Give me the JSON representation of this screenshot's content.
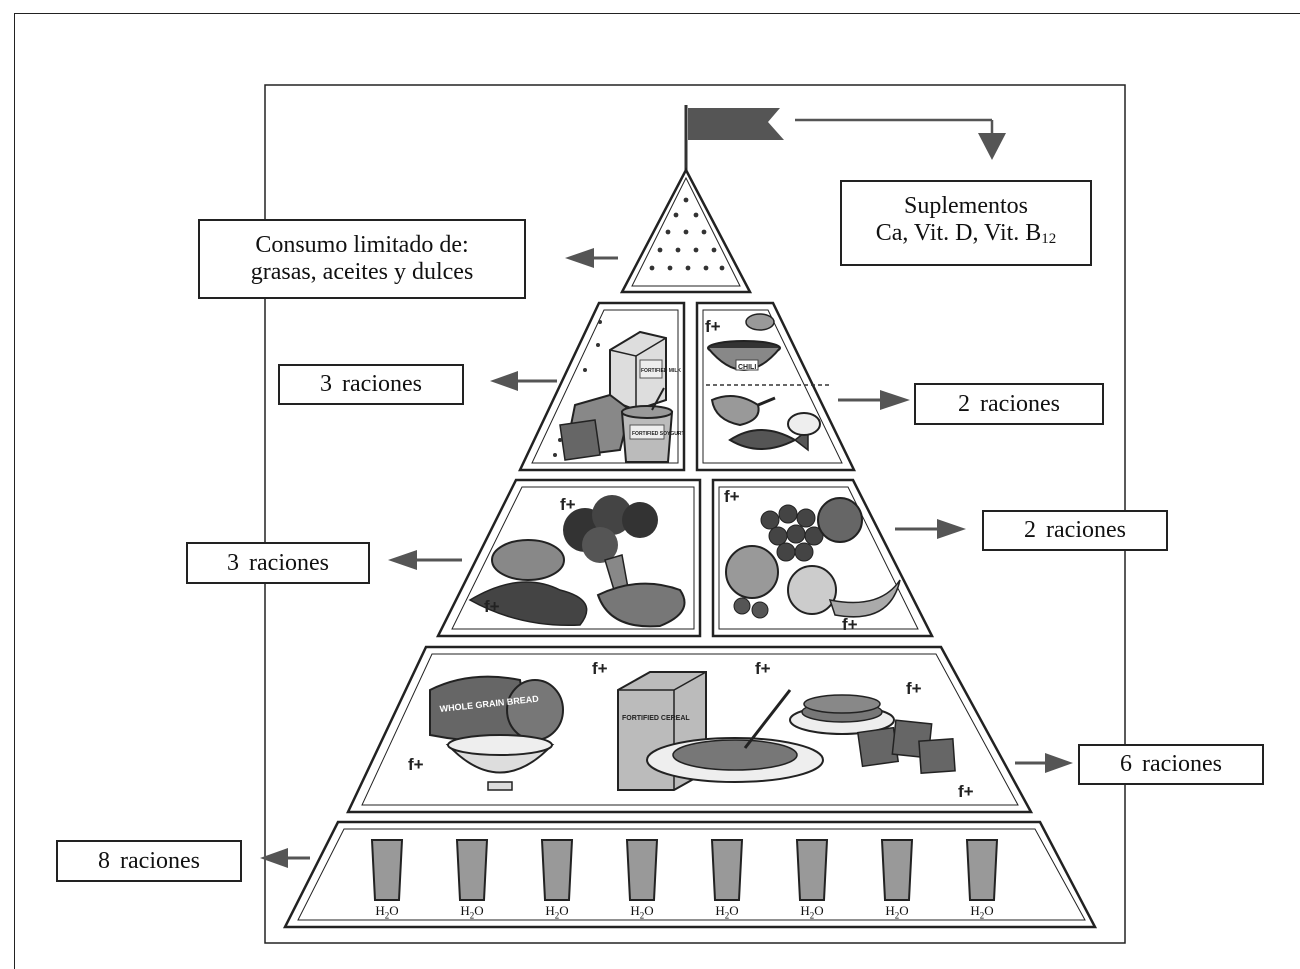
{
  "labels": {
    "supplements_title": "Suplementos",
    "supplements_detail": "Ca, Vit. D, Vit. B",
    "supplements_sub": "12",
    "limited_line1": "Consumo limitado de:",
    "limited_line2": "grasas, aceites y dulces",
    "dairy": {
      "count": "3",
      "unit": "raciones"
    },
    "protein": {
      "count": "2",
      "unit": "raciones"
    },
    "vegetables": {
      "count": "3",
      "unit": "raciones"
    },
    "fruits": {
      "count": "2",
      "unit": "raciones"
    },
    "grains": {
      "count": "6",
      "unit": "raciones"
    },
    "water": {
      "count": "8",
      "unit": "raciones"
    }
  },
  "water_glass": {
    "symbol_h": "H",
    "symbol_sub": "2",
    "symbol_o": "O"
  },
  "food_text": {
    "fplus": "f+",
    "whole_grain_bread": "WHOLE GRAIN BREAD",
    "fortified_cereal": "FORTIFIED CEREAL",
    "milk_carton": "FORTIFIED MILK",
    "yogurt": "FORTIFIED SOYGURT",
    "chili": "CHILI"
  }
}
